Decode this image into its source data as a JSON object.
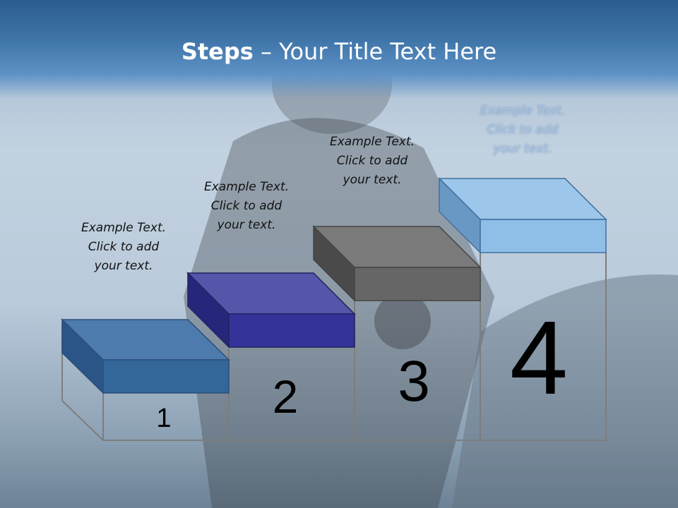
{
  "title": {
    "bold": "Steps",
    "rest": " – Your Title Text Here"
  },
  "steps": [
    {
      "number": "1",
      "text_lines": [
        "Example Text.",
        "Click  to add",
        "your text."
      ],
      "color": "#336699"
    },
    {
      "number": "2",
      "text_lines": [
        "Example Text.",
        "Click  to add",
        "your text."
      ],
      "color": "#333399"
    },
    {
      "number": "3",
      "text_lines": [
        "Example Text.",
        "Click  to add",
        "your text."
      ],
      "color": "#666666"
    },
    {
      "number": "4",
      "text_lines": [
        "Example Text.",
        "Click  to add",
        "your text."
      ],
      "color": "#8fbfe6"
    }
  ]
}
